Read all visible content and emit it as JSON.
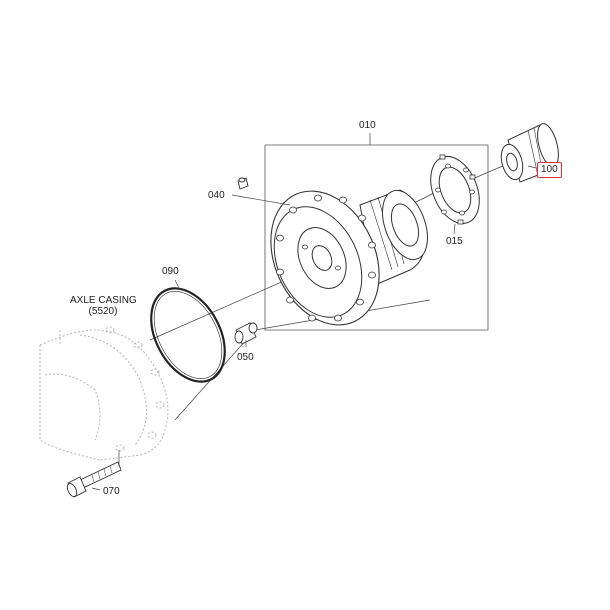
{
  "labels": {
    "p010": "010",
    "p015": "015",
    "p040": "040",
    "p050": "050",
    "p070": "070",
    "p090": "090",
    "p100": "100",
    "axle_casing_line1": "AXLE CASING",
    "axle_casing_line2": "(5520)"
  },
  "colors": {
    "line": "#333333",
    "ghost": "#b5b5b5",
    "highlight": "#d9303a"
  }
}
